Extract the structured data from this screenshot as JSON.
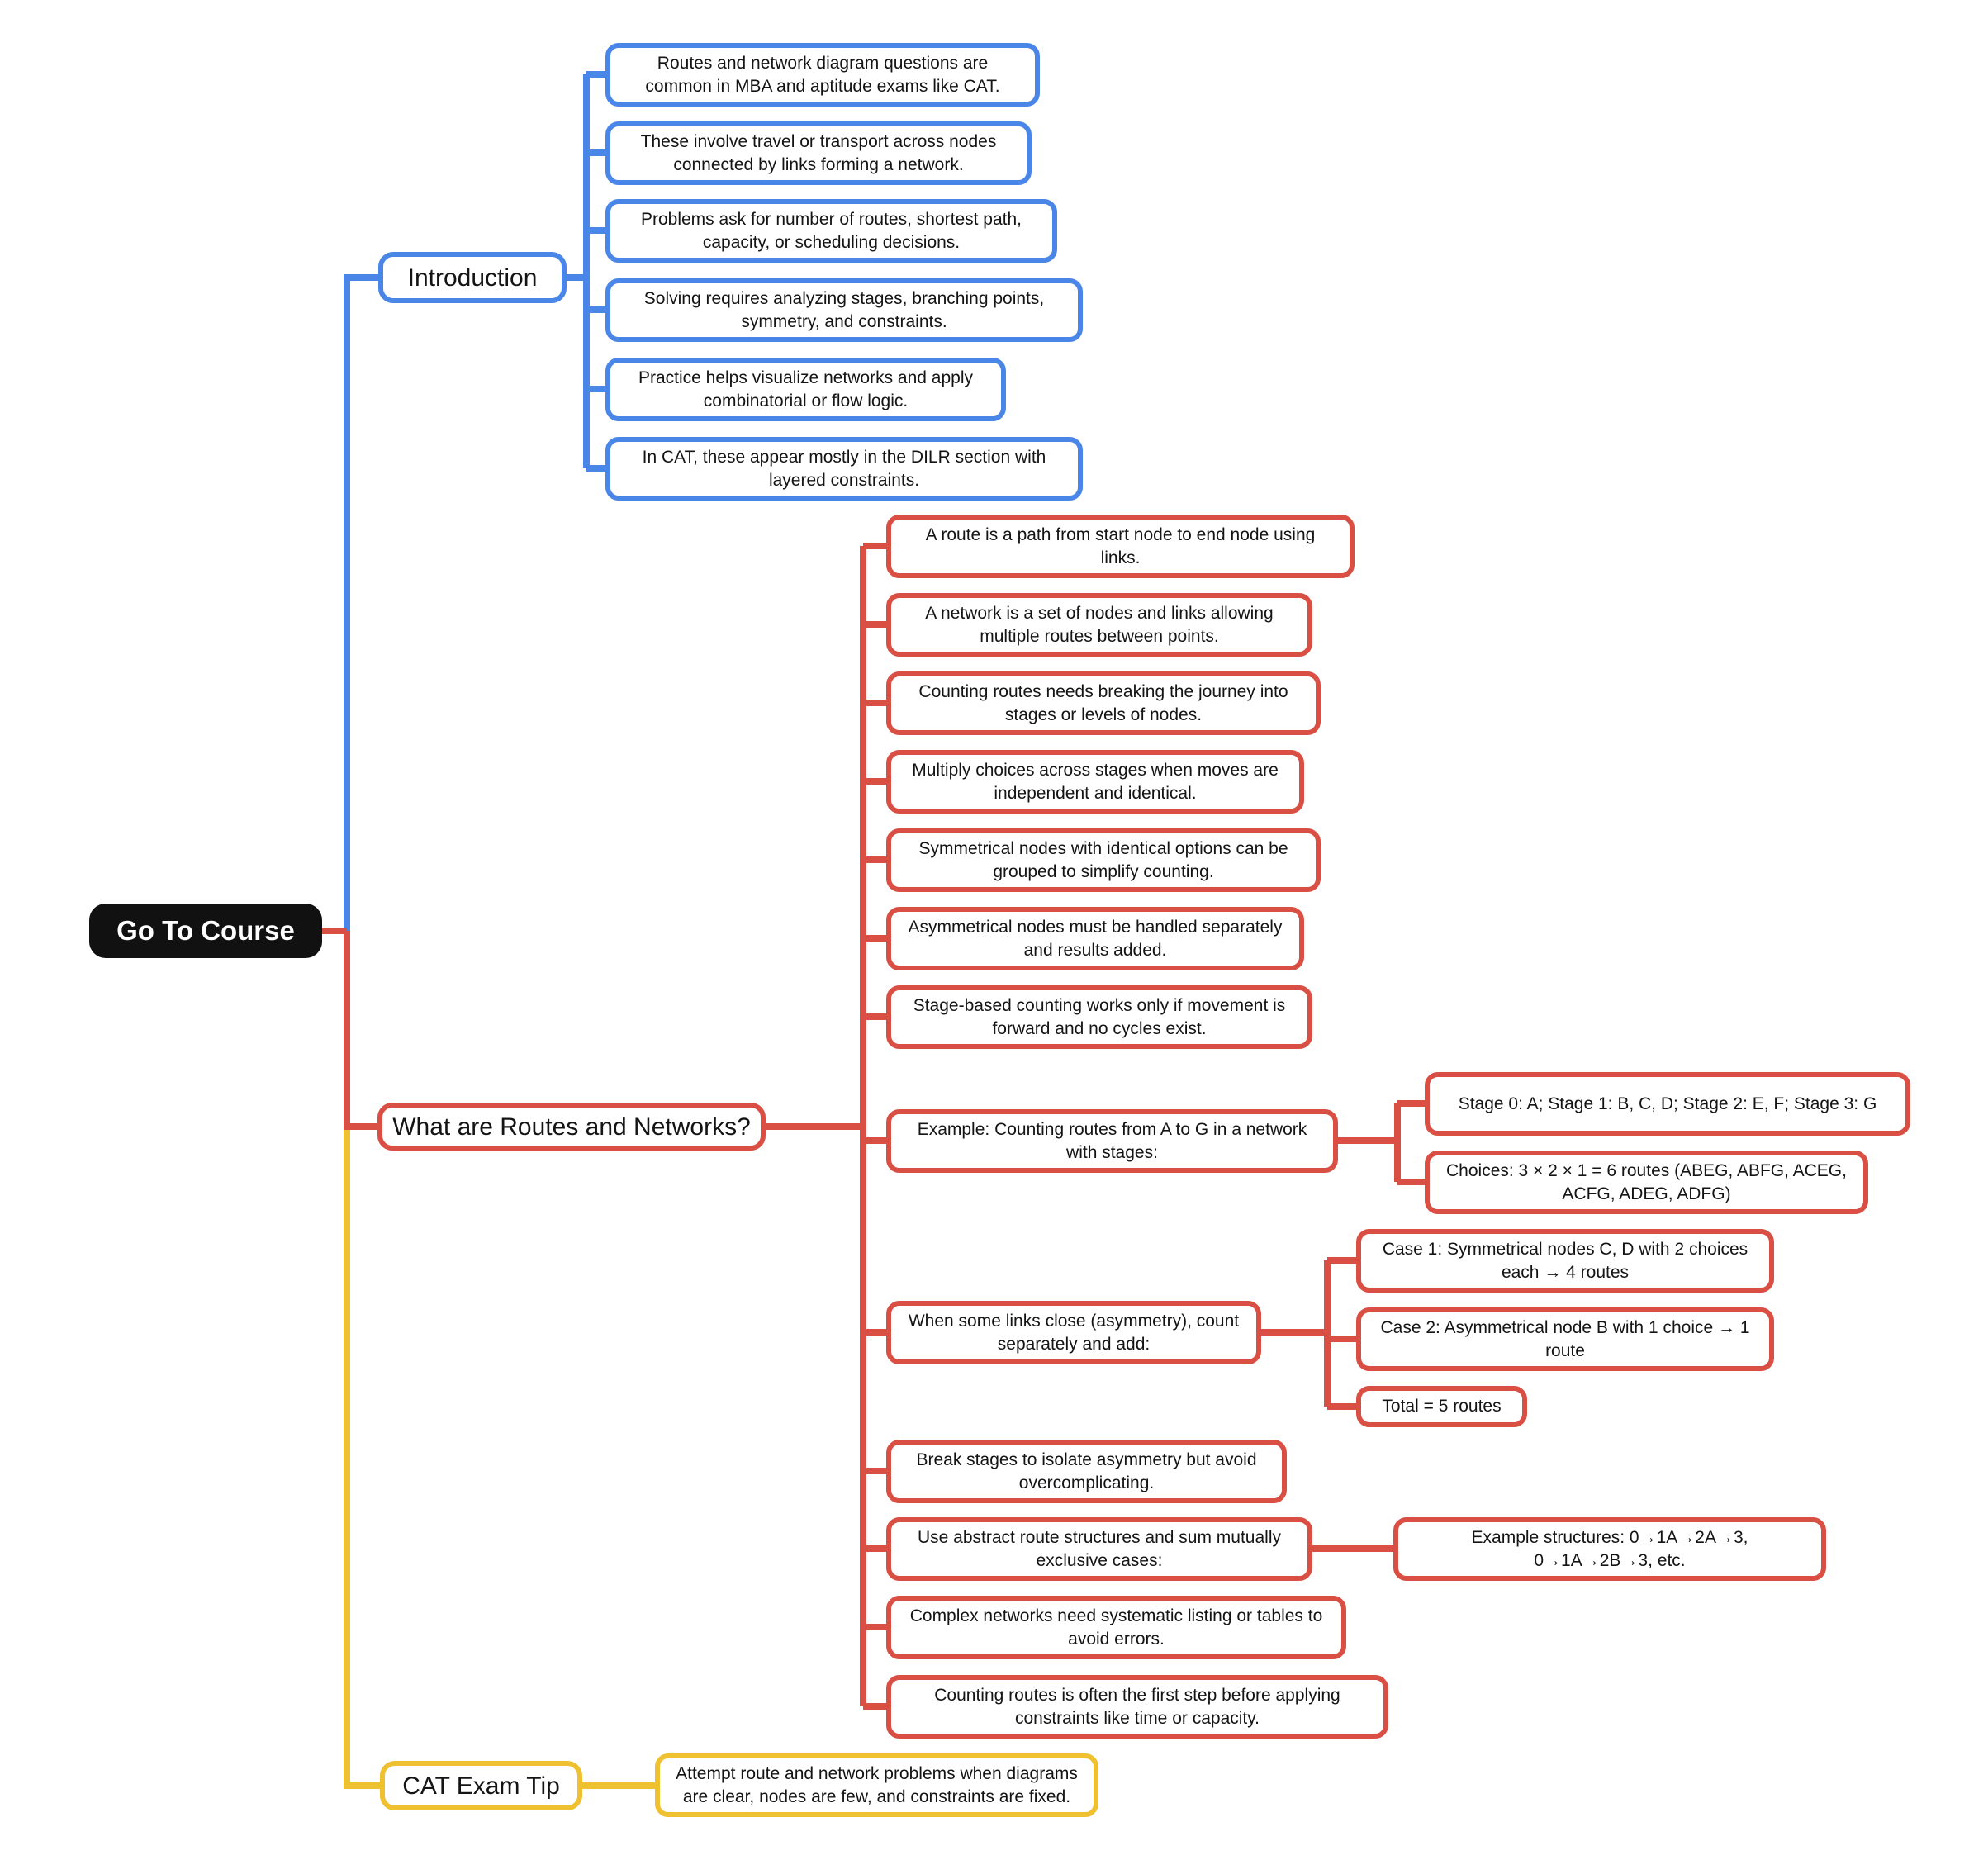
{
  "root": {
    "label": "Go To Course",
    "bg_color": "#111111",
    "text_color": "#ffffff"
  },
  "colors": {
    "blue": "#4a86e8",
    "red": "#d94f43",
    "yellow": "#efc02f"
  },
  "branches": [
    {
      "label": "Introduction",
      "color": "#4a86e8",
      "children": [
        {
          "text": "Routes and network diagram questions are common in MBA and aptitude exams like CAT."
        },
        {
          "text": "These involve travel or transport across nodes connected by links forming a network."
        },
        {
          "text": "Problems ask for number of routes, shortest path, capacity, or scheduling decisions."
        },
        {
          "text": "Solving requires analyzing stages, branching points, symmetry, and constraints."
        },
        {
          "text": "Practice helps visualize networks and apply combinatorial or flow logic."
        },
        {
          "text": "In CAT, these appear mostly in the DILR section with layered constraints."
        }
      ]
    },
    {
      "label": "What are Routes and Networks?",
      "color": "#d94f43",
      "children": [
        {
          "text": "A route is a path from start node to end node using links."
        },
        {
          "text": "A network is a set of nodes and links allowing multiple routes between points."
        },
        {
          "text": "Counting routes needs breaking the journey into stages or levels of nodes."
        },
        {
          "text": "Multiply choices across stages when moves are independent and identical."
        },
        {
          "text": "Symmetrical nodes with identical options can be grouped to simplify counting."
        },
        {
          "text": "Asymmetrical nodes must be handled separately and results added."
        },
        {
          "text": "Stage-based counting works only if movement is forward and no cycles exist."
        },
        {
          "text": "Example: Counting routes from A to G in a network with stages:",
          "children": [
            {
              "text": "Stage 0: A; Stage 1: B, C, D; Stage 2: E, F; Stage 3: G"
            },
            {
              "text": "Choices: 3 × 2 × 1 = 6 routes (ABEG, ABFG, ACEG, ACFG, ADEG, ADFG)"
            }
          ]
        },
        {
          "text": "When some links close (asymmetry), count separately and add:",
          "children": [
            {
              "text": "Case 1: Symmetrical nodes C, D with 2 choices each → 4 routes"
            },
            {
              "text": "Case 2: Asymmetrical node B with 1 choice → 1 route"
            },
            {
              "text": "Total = 5 routes"
            }
          ]
        },
        {
          "text": "Break stages to isolate asymmetry but avoid overcomplicating."
        },
        {
          "text": "Use abstract route structures and sum mutually exclusive cases:",
          "children": [
            {
              "text": "Example structures: 0→1A→2A→3, 0→1A→2B→3, etc."
            }
          ]
        },
        {
          "text": "Complex networks need systematic listing or tables to avoid errors."
        },
        {
          "text": "Counting routes is often the first step before applying constraints like time or capacity."
        }
      ]
    },
    {
      "label": "CAT Exam Tip",
      "color": "#efc02f",
      "children": [
        {
          "text": "Attempt route and network problems when diagrams are clear, nodes are few, and constraints are fixed."
        }
      ]
    }
  ]
}
